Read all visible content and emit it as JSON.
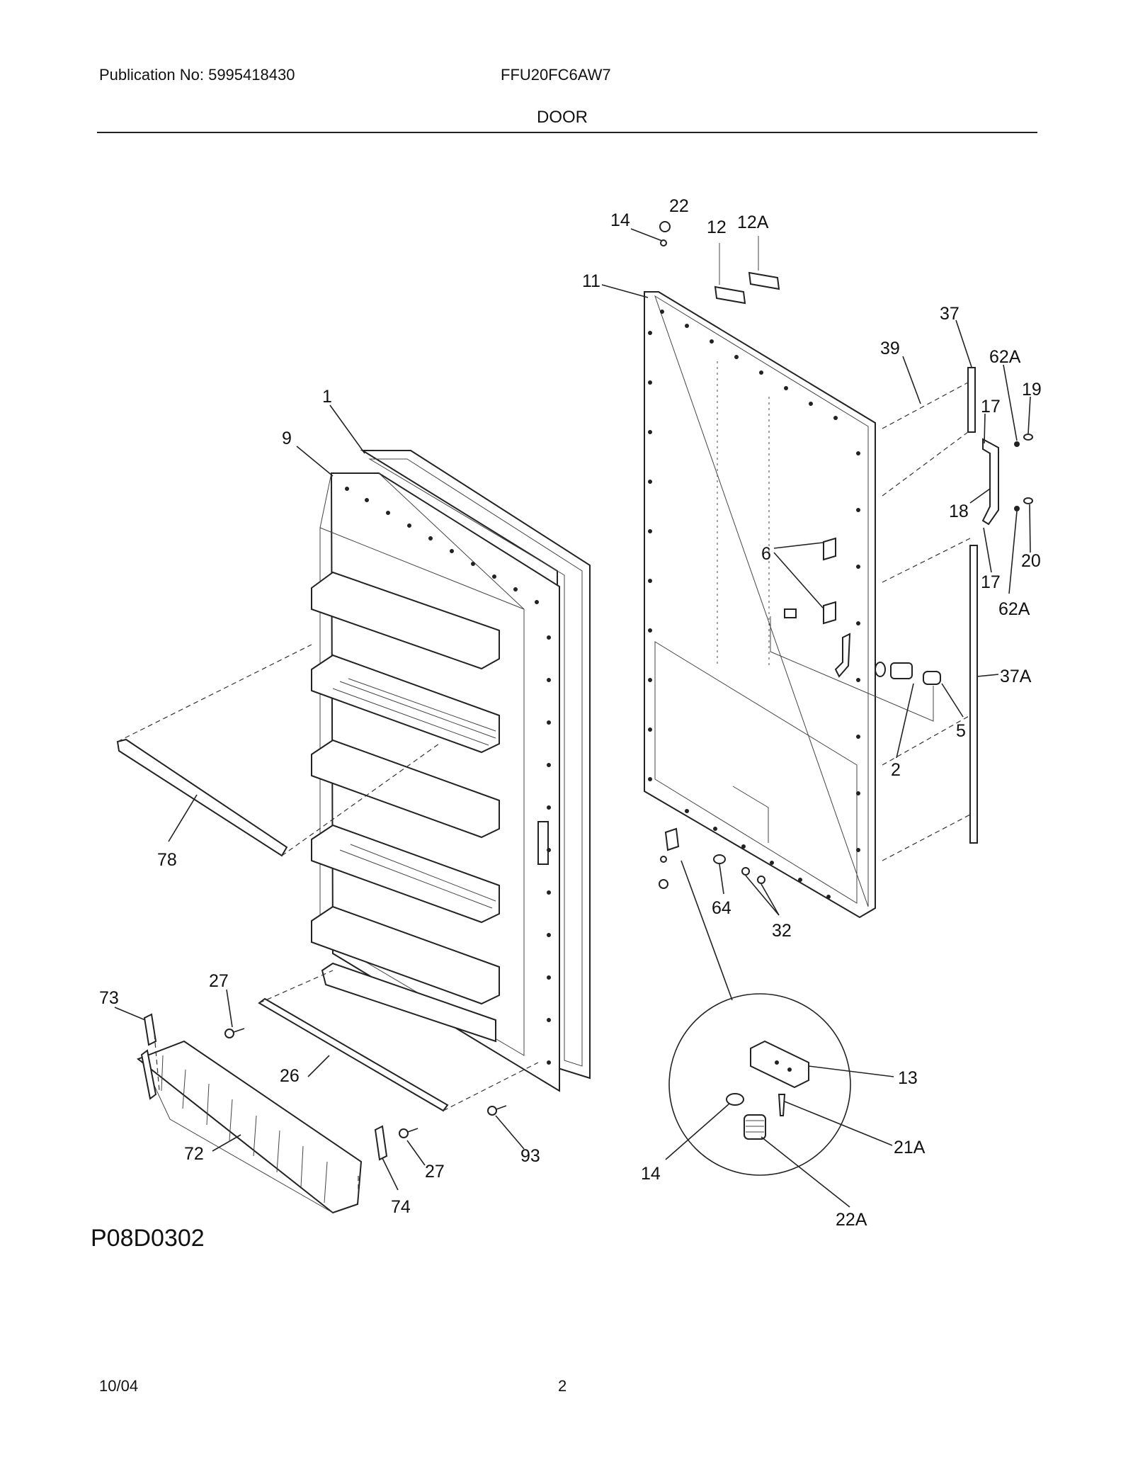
{
  "header": {
    "publication": "Publication No: 5995418430",
    "model": "FFU20FC6AW7",
    "section": "DOOR"
  },
  "diagram_code": "P08D0302",
  "footer": {
    "date": "10/04",
    "page": "2"
  },
  "callouts": {
    "c1": "1",
    "c9": "9",
    "c78": "78",
    "c73": "73",
    "c27a": "27",
    "c26": "26",
    "c72": "72",
    "c27b": "27",
    "c93": "93",
    "c74": "74",
    "c14": "14",
    "c22": "22",
    "c12": "12",
    "c12a": "12A",
    "c11": "11",
    "c37": "37",
    "c39": "39",
    "c62a1": "62A",
    "c19": "19",
    "c17a": "17",
    "c18": "18",
    "c6": "6",
    "c17b": "17",
    "c20": "20",
    "c62a2": "62A",
    "c37a": "37A",
    "c5": "5",
    "c2": "2",
    "c64": "64",
    "c32": "32",
    "c13": "13",
    "c21a": "21A",
    "c14b": "14",
    "c22a": "22A"
  }
}
